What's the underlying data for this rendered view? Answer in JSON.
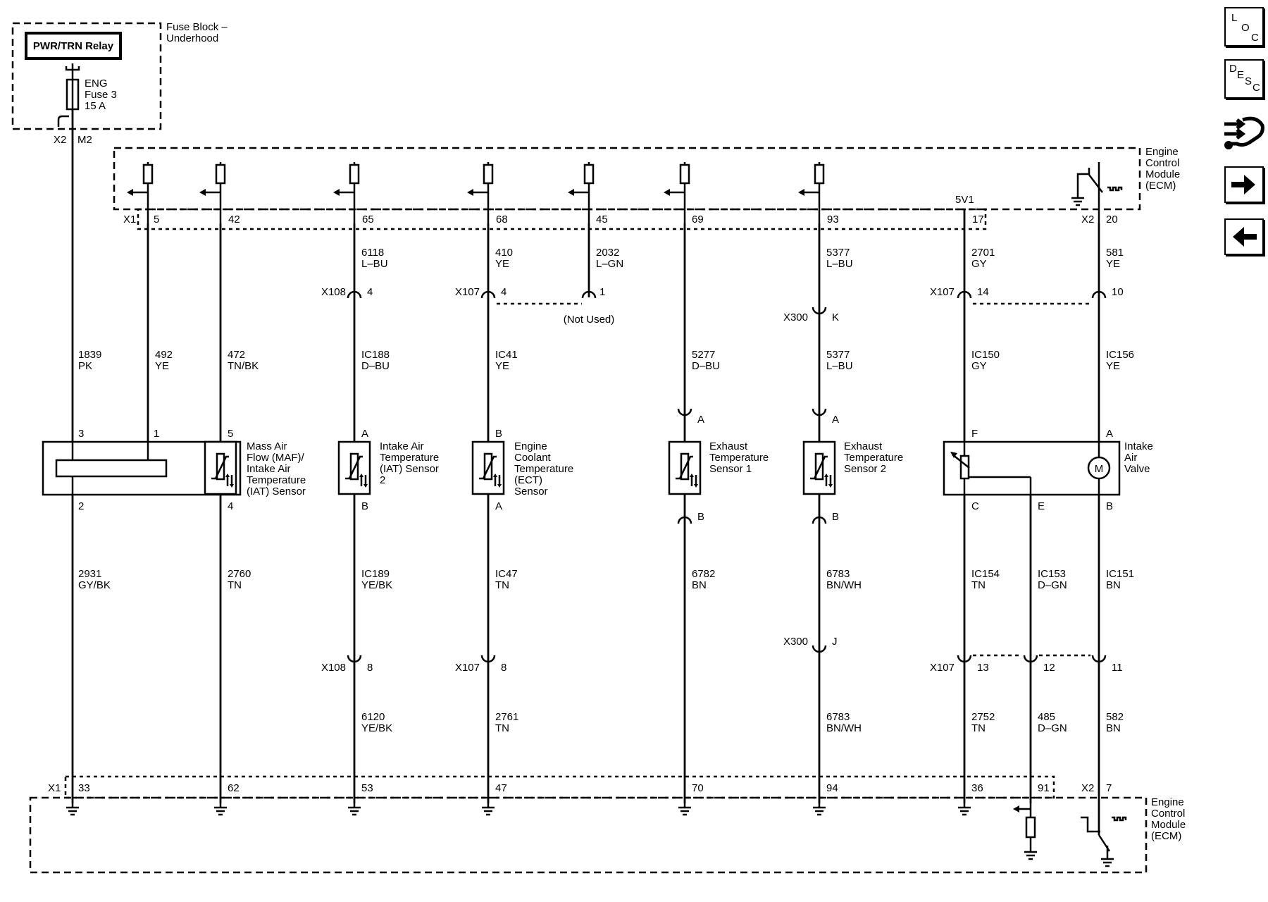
{
  "fuse_block": {
    "title": "Fuse Block –\nUnderhood",
    "relay": "PWR/TRN Relay",
    "fuse": "ENG\nFuse 3\n15 A",
    "conn": "X2",
    "pin": "M2"
  },
  "ecm_top": {
    "title": "Engine\nControl\nModule\n(ECM)",
    "conn_x1": "X1",
    "conn_x2": "X2",
    "ref_5v": "5V1",
    "pins": [
      "5",
      "42",
      "65",
      "68",
      "45",
      "69",
      "93",
      "17",
      "20"
    ]
  },
  "ecm_bottom": {
    "title": "Engine\nControl\nModule\n(ECM)",
    "conn_x1": "X1",
    "conn_x2": "X2",
    "pins": [
      "33",
      "62",
      "53",
      "47",
      "70",
      "94",
      "36",
      "91",
      "7"
    ]
  },
  "wires_upper": [
    {
      "circuit": "6118",
      "color": "L–BU"
    },
    {
      "circuit": "410",
      "color": "YE"
    },
    {
      "circuit": "2032",
      "color": "L–GN"
    },
    {
      "circuit": "5377",
      "color": "L–BU"
    },
    {
      "circuit": "2701",
      "color": "GY"
    },
    {
      "circuit": "581",
      "color": "YE"
    }
  ],
  "inline_upper": {
    "x108": {
      "conn": "X108",
      "pin": "4"
    },
    "x107a": {
      "conn": "X107",
      "pin": "4"
    },
    "not_used_pin": "1",
    "not_used": "(Not Used)",
    "x300k": {
      "conn": "X300",
      "pin": "K"
    },
    "x107b": {
      "conn": "X107",
      "pin": "14"
    },
    "pin10": "10"
  },
  "wires_middle": [
    {
      "circuit": "1839",
      "color": "PK"
    },
    {
      "circuit": "492",
      "color": "YE"
    },
    {
      "circuit": "472",
      "color": "TN/BK"
    },
    {
      "circuit": "IC188",
      "color": "D–BU"
    },
    {
      "circuit": "IC41",
      "color": "YE"
    },
    {
      "circuit": "5277",
      "color": "D–BU"
    },
    {
      "circuit": "5377",
      "color": "L–BU"
    },
    {
      "circuit": "IC150",
      "color": "GY"
    },
    {
      "circuit": "IC156",
      "color": "YE"
    }
  ],
  "components": {
    "maf": {
      "label": "Mass Air\nFlow (MAF)/\nIntake Air\nTemperature\n(IAT) Sensor",
      "pins_top": [
        "3",
        "1",
        "5"
      ],
      "pins_bottom": [
        "2",
        "4"
      ]
    },
    "iat2": {
      "label": "Intake Air\nTemperature\n(IAT) Sensor\n2",
      "pin_top": "A",
      "pin_bottom": "B"
    },
    "ect": {
      "label": "Engine\nCoolant\nTemperature\n(ECT)\nSensor",
      "pin_top": "B",
      "pin_bottom": "A"
    },
    "egt1": {
      "label": "Exhaust\nTemperature\nSensor 1",
      "pin_top": "A",
      "pin_bottom": "B"
    },
    "egt2": {
      "label": "Exhaust\nTemperature\nSensor 2",
      "pin_top": "A",
      "pin_bottom": "B"
    },
    "iav": {
      "label": "Intake\nAir\nValve",
      "pins_top": [
        "F",
        "A"
      ],
      "pins_bottom": [
        "C",
        "E",
        "B"
      ],
      "motor": "M"
    }
  },
  "wires_lower": [
    {
      "circuit": "2931",
      "color": "GY/BK"
    },
    {
      "circuit": "2760",
      "color": "TN"
    },
    {
      "circuit": "IC189",
      "color": "YE/BK"
    },
    {
      "circuit": "IC47",
      "color": "TN"
    },
    {
      "circuit": "6782",
      "color": "BN"
    },
    {
      "circuit": "6783",
      "color": "BN/WH"
    },
    {
      "circuit": "IC154",
      "color": "TN"
    },
    {
      "circuit": "IC153",
      "color": "D–GN"
    },
    {
      "circuit": "IC151",
      "color": "BN"
    }
  ],
  "inline_lower": {
    "x108": {
      "conn": "X108",
      "pin": "8"
    },
    "x107a": {
      "conn": "X107",
      "pin": "8"
    },
    "x300j": {
      "conn": "X300",
      "pin": "J"
    },
    "x107b": {
      "conn": "X107",
      "pin": "13"
    },
    "pin12": "12",
    "pin11": "11"
  },
  "wires_bottom": [
    {
      "circuit": "6120",
      "color": "YE/BK"
    },
    {
      "circuit": "2761",
      "color": "TN"
    },
    {
      "circuit": "6783",
      "color": "BN/WH"
    },
    {
      "circuit": "2752",
      "color": "TN"
    },
    {
      "circuit": "485",
      "color": "D–GN"
    },
    {
      "circuit": "582",
      "color": "BN"
    }
  ],
  "side_nav": {
    "loc": {
      "l1": "L",
      "l2": "O",
      "l3": "C"
    },
    "desc": {
      "l1": "D",
      "l2": "E",
      "l3": "S",
      "l4": "C"
    },
    "icons": [
      "connector-tool-icon",
      "next-arrow-icon",
      "previous-arrow-icon"
    ]
  }
}
